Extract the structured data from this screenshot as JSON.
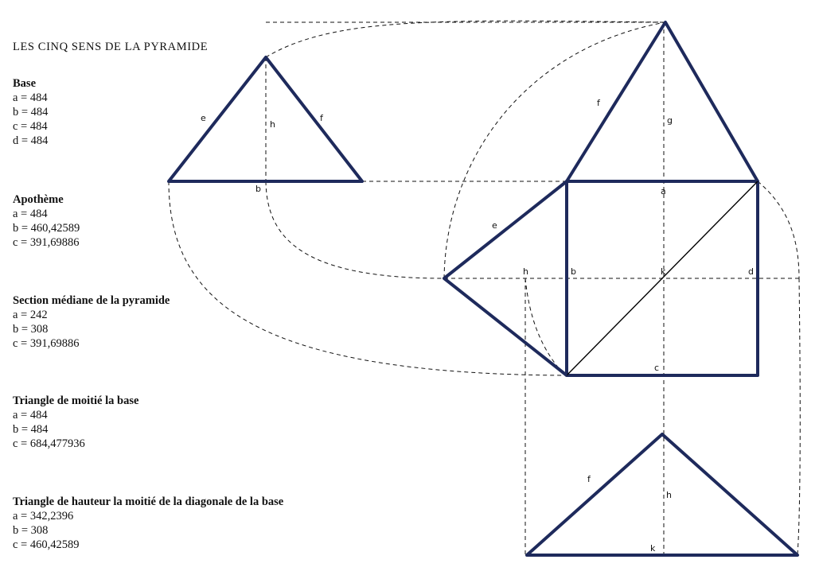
{
  "page": {
    "title": "LES CINQ SENS DE LA PYRAMIDE"
  },
  "sections": [
    {
      "heading": "Base",
      "lines": [
        "a = 484",
        "b = 484",
        "c = 484",
        "d = 484"
      ]
    },
    {
      "heading": "Apothème",
      "lines": [
        "a = 484",
        "b = 460,42589",
        "c = 391,69886"
      ]
    },
    {
      "heading": "Section médiane de la pyramide",
      "lines": [
        "a = 242",
        "b = 308",
        "c = 391,69886"
      ]
    },
    {
      "heading": "Triangle de moitié la base",
      "lines": [
        "a = 484",
        "b = 484",
        "c = 684,477936"
      ]
    },
    {
      "heading": "Triangle de hauteur la moitié de la diagonale de la base",
      "lines": [
        "a = 342,2396",
        "b = 308",
        "c = 460,42589"
      ]
    }
  ],
  "diagram_labels": {
    "left_triangle": {
      "e": "e",
      "f": "f",
      "h": "h",
      "b": "b"
    },
    "top_triangle": {
      "f": "f",
      "g": "g"
    },
    "square": {
      "a": "a",
      "b": "b",
      "c": "c",
      "d": "d",
      "k": "k",
      "h": "h",
      "e": "e"
    },
    "bottom_triangle": {
      "f": "f",
      "h": "h",
      "k": "k"
    }
  },
  "colors": {
    "outline": "#1e2a5c",
    "text": "#111111"
  }
}
